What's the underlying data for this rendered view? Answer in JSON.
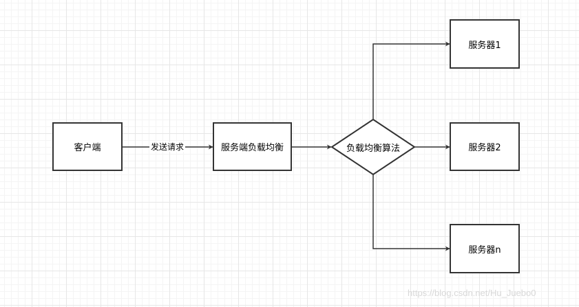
{
  "diagram": {
    "nodes": {
      "client": {
        "label": "客户端"
      },
      "server_lb": {
        "label": "服务端负载均衡"
      },
      "algorithm": {
        "label": "负载均衡算法"
      },
      "server1": {
        "label": "服务器1"
      },
      "server2": {
        "label": "服务器2"
      },
      "servern": {
        "label": "服务器n"
      }
    },
    "edges": {
      "request": {
        "label": "发送请求"
      }
    },
    "stroke_color": "#333333",
    "watermark": "https://blog.csdn.net/Hu_Juebo0"
  }
}
